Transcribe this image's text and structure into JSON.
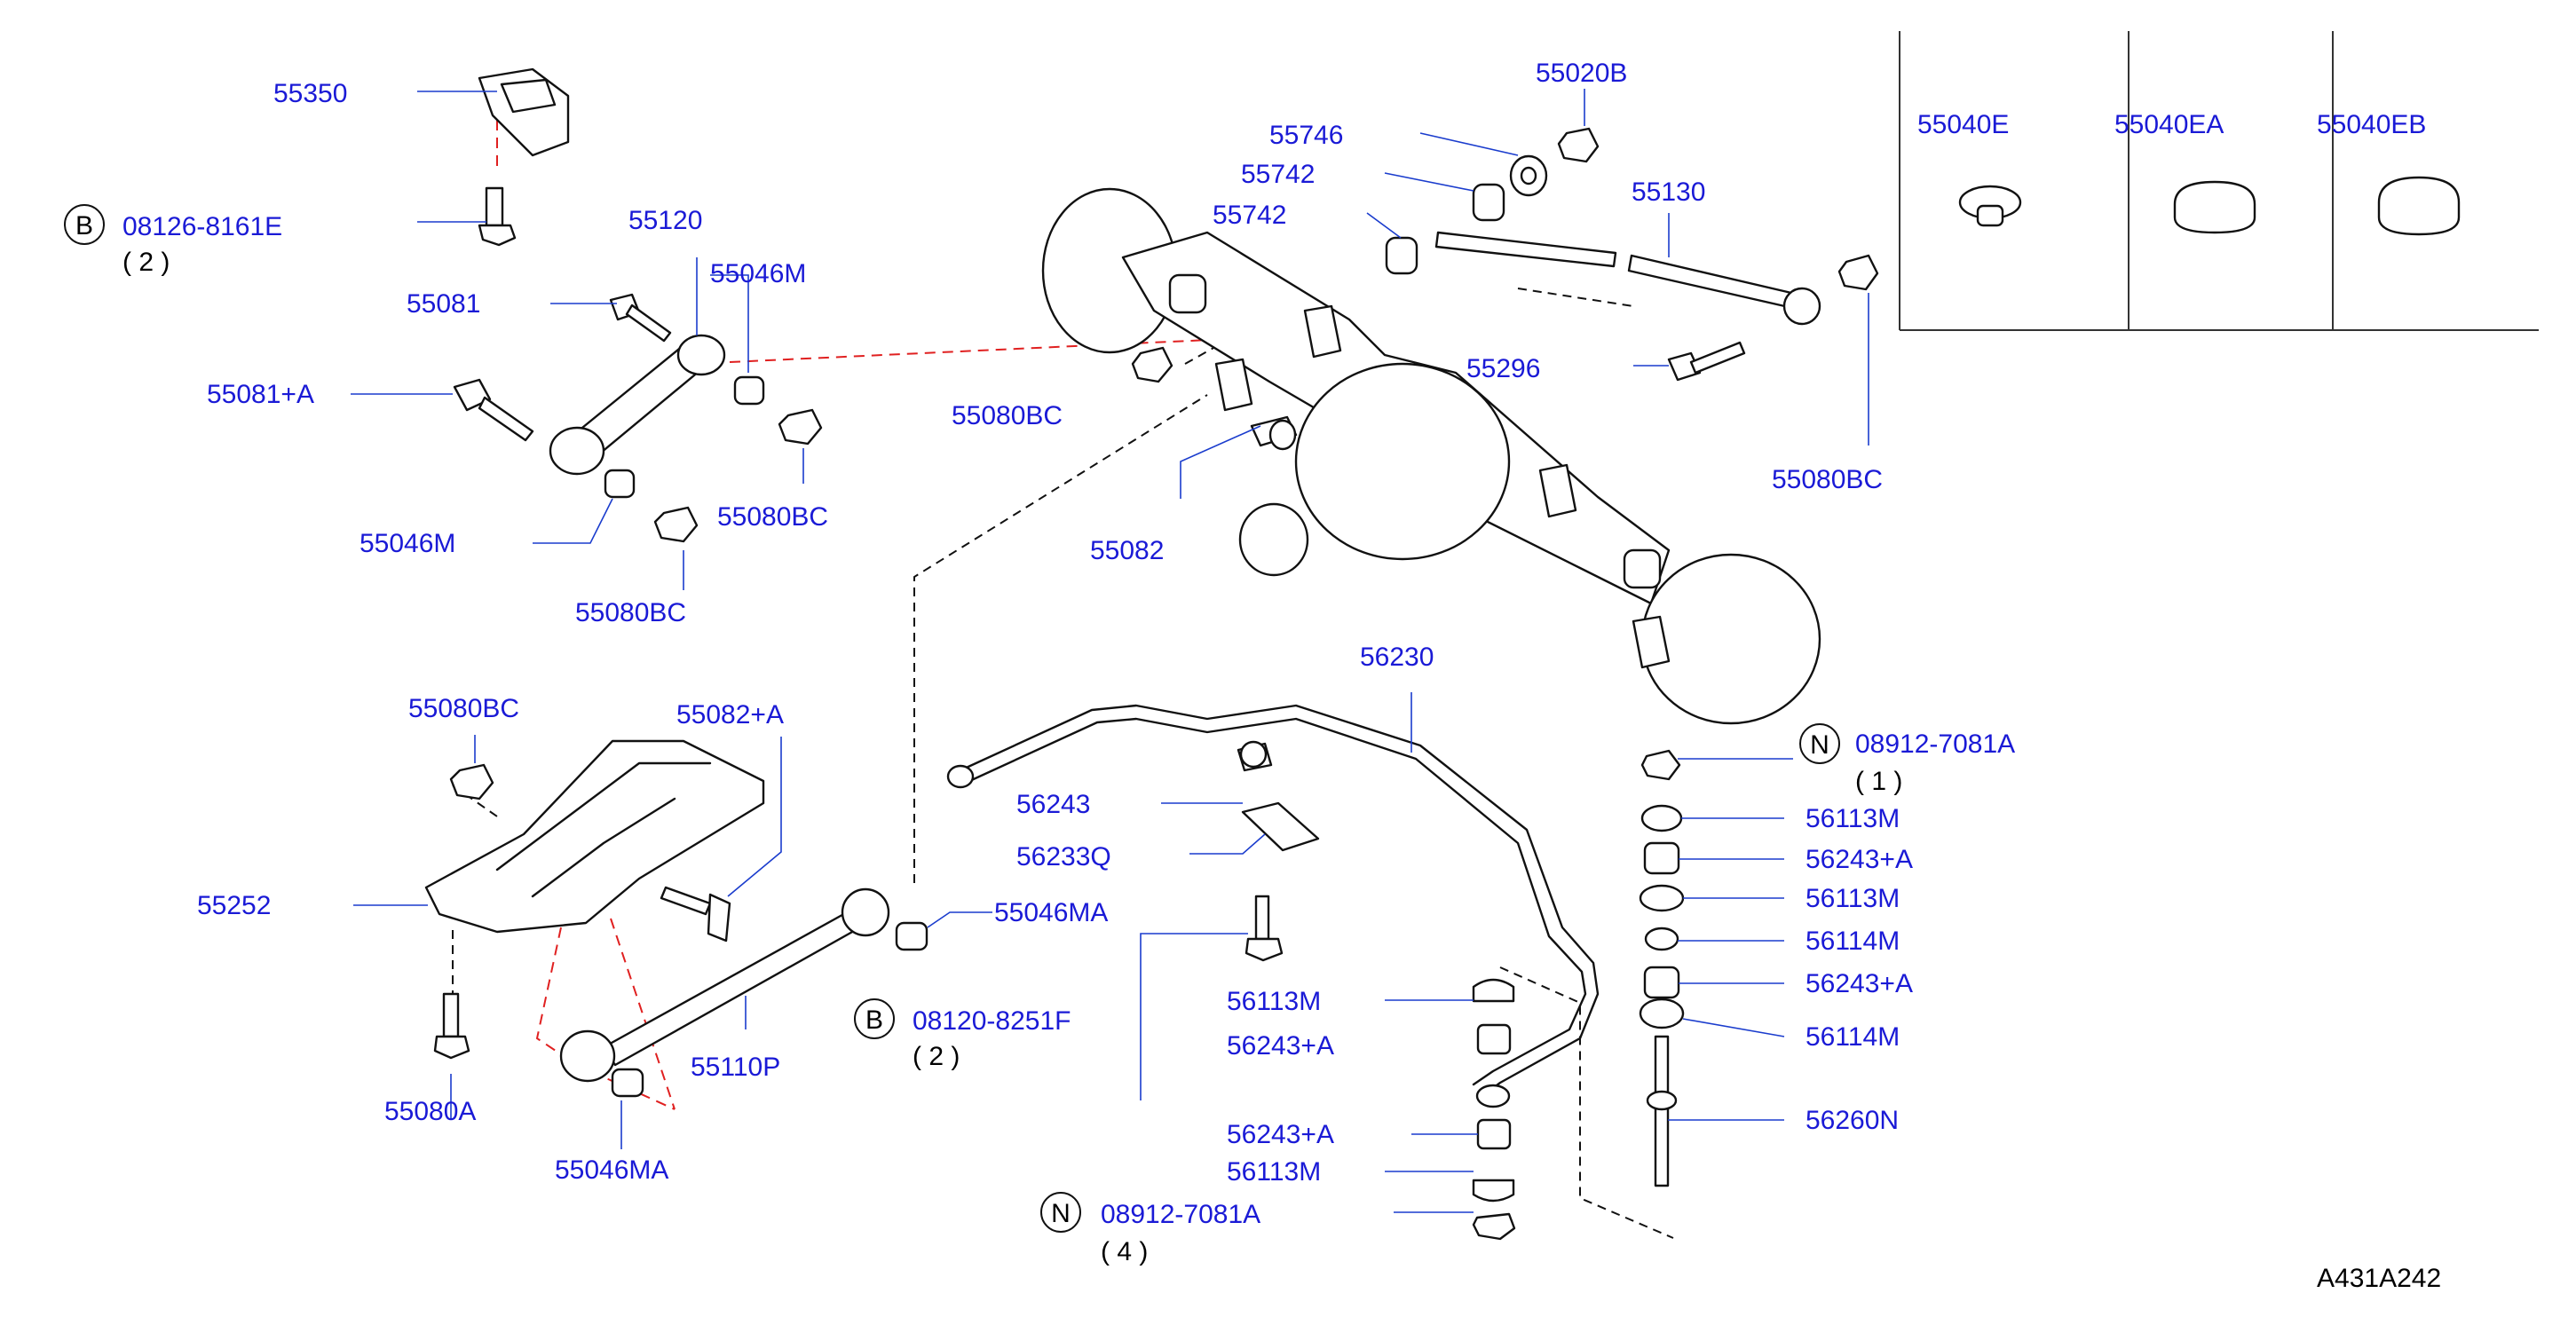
{
  "labels": {
    "p55350": "55350",
    "p08126": "08126-8161E",
    "q08126": "( 2 )",
    "p55120": "55120",
    "p55081": "55081",
    "p55046M_a": "55046M",
    "p55081A": "55081+A",
    "p55080BC_a": "55080BC",
    "p55046M_b": "55046M",
    "p55080BC_b": "55080BC",
    "p55746": "55746",
    "p55742_a": "55742",
    "p55742_b": "55742",
    "p55020B": "55020B",
    "p55130": "55130",
    "p55080BC_c": "55080BC",
    "p55296": "55296",
    "p55082": "55082",
    "p55080BC_d": "55080BC",
    "p55040E": "55040E",
    "p55040EA": "55040EA",
    "p55040EB": "55040EB",
    "p56230": "56230",
    "p55080BC_e": "55080BC",
    "p55082A": "55082+A",
    "p55252": "55252",
    "p56243": "56243",
    "p56233Q": "56233Q",
    "p55046MA_a": "55046MA",
    "p08120": "08120-8251F",
    "q08120": "( 2 )",
    "p55110P": "55110P",
    "p55080A": "55080A",
    "p55046MA_b": "55046MA",
    "p56113M_l1": "56113M",
    "p56243A_l1": "56243+A",
    "p56243A_l2": "56243+A",
    "p56113M_l2": "56113M",
    "p08912_b": "08912-7081A",
    "q08912_b": "( 4 )",
    "p08912_a": "08912-7081A",
    "q08912_a": "( 1 )",
    "p56113M_r1": "56113M",
    "p56243A_r1": "56243+A",
    "p56113M_r2": "56113M",
    "p56114M_r1": "56114M",
    "p56243A_r2": "56243+A",
    "p56114M_r2": "56114M",
    "p56260N": "56260N"
  },
  "markers": {
    "b1": "B",
    "b2": "B",
    "n1": "N",
    "n2": "N"
  },
  "diagram_code": "A431A242",
  "colors": {
    "label": "#1a1ad6",
    "leader": "#1a3ccd",
    "red_dash": "#e02020",
    "line": "#111111"
  }
}
